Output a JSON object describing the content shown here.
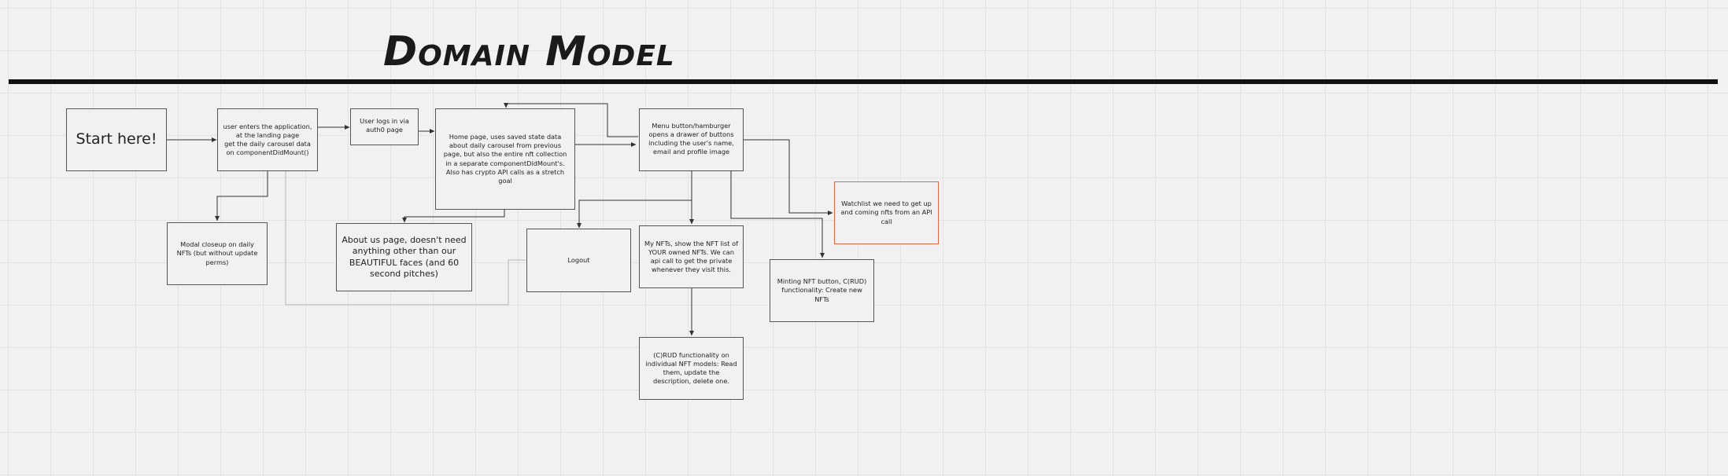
{
  "diagram": {
    "title": "Domain Model",
    "nodes": {
      "start": {
        "label": "Start here!"
      },
      "enter_app": {
        "label": "user enters the application, at the landing page\nget the daily carousel data on componentDidMount()"
      },
      "login": {
        "label": "User logs in via auth0 page"
      },
      "home": {
        "label": "Home page, uses saved state data about daily carousel from previous page, but also the entire nft collection in a separate componentDidMount's. Also has crypto API calls as a stretch goal"
      },
      "menu": {
        "label": "Menu button/hamburger opens a drawer of buttons\nincluding the user's name, email and profile image"
      },
      "watchlist": {
        "label": "Watchlist we need to get up and coming nfts from an API call"
      },
      "modal": {
        "label": "Modal closeup on daily NFTs (but without update perms)"
      },
      "about": {
        "label": "About us page, doesn't need anything other than our BEAUTIFUL faces (and 60 second pitches)"
      },
      "logout": {
        "label": "Logout"
      },
      "my_nfts": {
        "label": "My NFTs, show the NFT list of YOUR owned NFTs. We can api call to get the private whenever they visit this."
      },
      "minting": {
        "label": "Minting NFT button, C(RUD) functionality: Create new NFTs"
      },
      "crud": {
        "label": "(C)RUD functionality on individual NFT models: Read them, update the description, delete one."
      }
    },
    "colors": {
      "line": "#333333",
      "faint_line": "#b8b8b8",
      "accent": "#e06a45"
    }
  }
}
